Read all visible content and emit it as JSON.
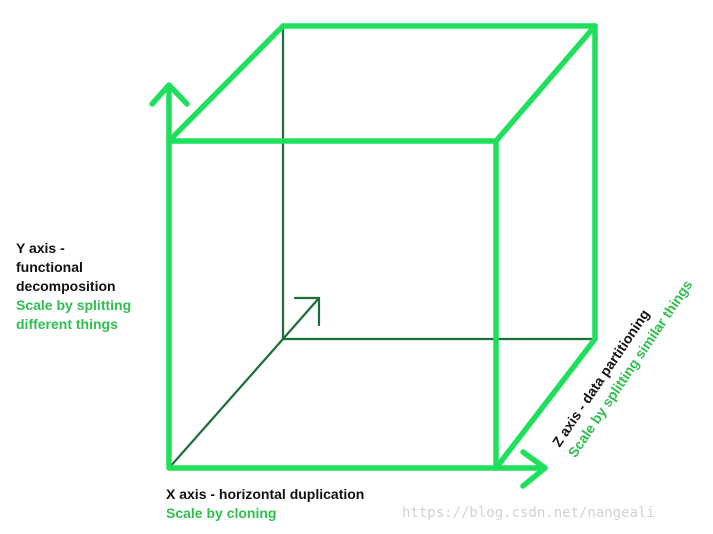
{
  "y_axis": {
    "title_line1": "Y axis -",
    "title_line2": "functional",
    "title_line3": "decomposition",
    "subtitle_line1": "Scale by splitting",
    "subtitle_line2": "different things"
  },
  "x_axis": {
    "title": "X axis - horizontal duplication",
    "subtitle": "Scale by cloning"
  },
  "z_axis": {
    "title": "Z axis - data partitioning",
    "subtitle": "Scale by splitting similar things"
  },
  "watermark": "https://blog.csdn.net/nangeali",
  "colors": {
    "bright_green": "#1fe05c",
    "dark_green": "#1a6e3a",
    "label_green": "#2fbf4f",
    "text_black": "#111111"
  }
}
